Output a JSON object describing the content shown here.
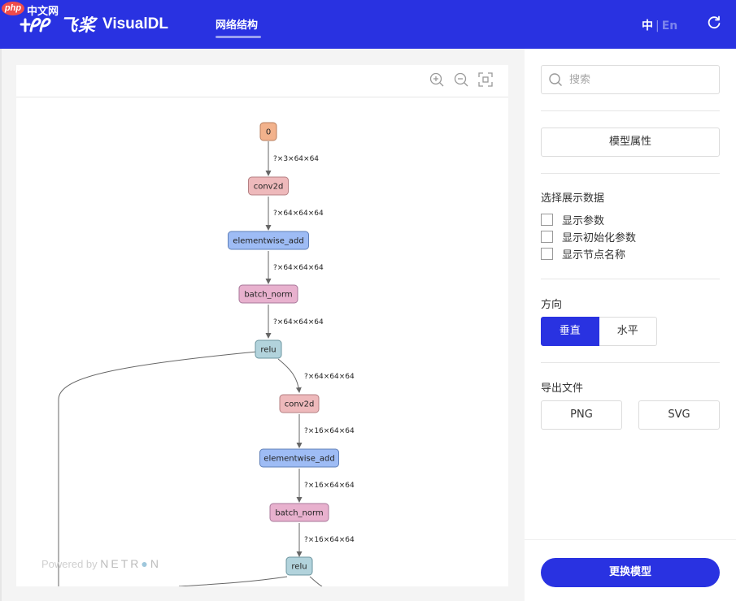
{
  "header": {
    "badge_php": "php",
    "badge_site": "中文网",
    "logo_cn": "飞桨",
    "logo_en": "VisualDL",
    "nav_tab": "网络结构",
    "lang_active": "中",
    "lang_sep": "|",
    "lang_inactive": "En",
    "refresh_icon": "refresh-icon",
    "brand_color": "#2932e1"
  },
  "graph": {
    "toolbar_icons": [
      "zoom-in-icon",
      "zoom-out-icon",
      "fit-screen-icon"
    ],
    "nodes": [
      {
        "label": "0",
        "fill": "#f2b28c",
        "stroke": "#b87f5f"
      },
      {
        "label": "conv2d",
        "fill": "#eeb9bb",
        "stroke": "#b58083"
      },
      {
        "label": "elementwise_add",
        "fill": "#9ebcf5",
        "stroke": "#5f7fb8"
      },
      {
        "label": "batch_norm",
        "fill": "#e8b1ce",
        "stroke": "#a8779a"
      },
      {
        "label": "relu",
        "fill": "#b2d3dc",
        "stroke": "#6c959f"
      },
      {
        "label": "conv2d",
        "fill": "#eeb9bb",
        "stroke": "#b58083"
      },
      {
        "label": "elementwise_add",
        "fill": "#9ebcf5",
        "stroke": "#5f7fb8"
      },
      {
        "label": "batch_norm",
        "fill": "#e8b1ce",
        "stroke": "#a8779a"
      },
      {
        "label": "relu",
        "fill": "#b2d3dc",
        "stroke": "#6c959f"
      }
    ],
    "edge_labels": [
      "?×3×64×64",
      "?×64×64×64",
      "?×64×64×64",
      "?×64×64×64",
      "?×64×64×64",
      "?×16×64×64",
      "?×16×64×64",
      "?×16×64×64"
    ],
    "powered_by": "Powered by",
    "netron_brand": "NETR",
    "netron_brand_end": "N"
  },
  "sidebar": {
    "search_placeholder": "搜索",
    "model_props_button": "模型属性",
    "display_title": "选择展示数据",
    "checkboxes": [
      {
        "label": "显示参数",
        "checked": false
      },
      {
        "label": "显示初始化参数",
        "checked": false
      },
      {
        "label": "显示节点名称",
        "checked": false
      }
    ],
    "direction_title": "方向",
    "direction_options": [
      "垂直",
      "水平"
    ],
    "direction_selected": "垂直",
    "export_title": "导出文件",
    "export_png": "PNG",
    "export_svg": "SVG",
    "change_model_button": "更换模型"
  }
}
